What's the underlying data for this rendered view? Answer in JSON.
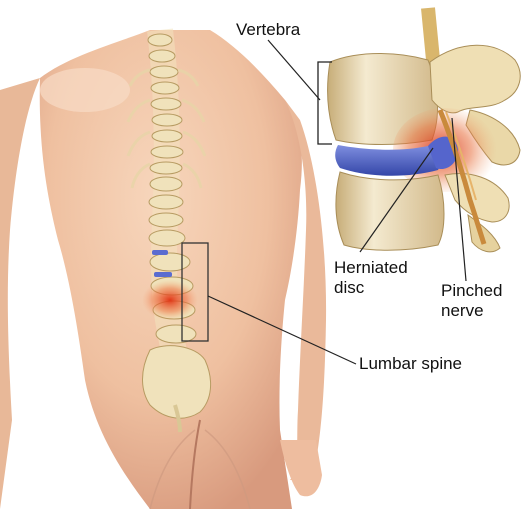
{
  "labels": {
    "vertebra": "Vertebra",
    "herniated_disc_line1": "Herniated",
    "herniated_disc_line2": "disc",
    "pinched_nerve_line1": "Pinched",
    "pinched_nerve_line2": "nerve",
    "lumbar_spine": "Lumbar spine"
  },
  "colors": {
    "skin": "#f2c7a8",
    "skin_shadow": "#d99a7c",
    "bone": "#efe3bd",
    "bone_shadow": "#c9b07a",
    "disc": "#5566c8",
    "inflammation": "#e0401e",
    "nerve": "#d9a35a",
    "leader_line": "#222222"
  }
}
